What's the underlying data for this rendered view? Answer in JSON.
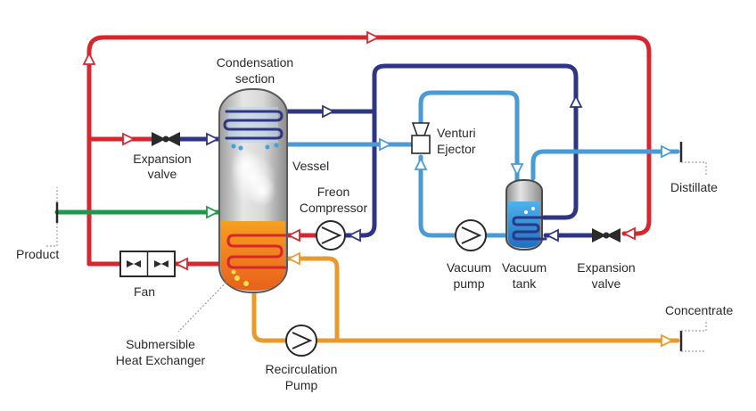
{
  "labels": {
    "condensation_l1": "Condensation",
    "condensation_l2": "section",
    "expansion_valve_left_l1": "Expansion",
    "expansion_valve_left_l2": "valve",
    "vessel": "Vessel",
    "freon_l1": "Freon",
    "freon_l2": "Compressor",
    "venturi_l1": "Venturi",
    "venturi_l2": "Ejector",
    "distillate": "Distillate",
    "product": "Product",
    "fan": "Fan",
    "vacuum_pump_l1": "Vacuum",
    "vacuum_pump_l2": "pump",
    "vacuum_tank_l1": "Vacuum",
    "vacuum_tank_l2": "tank",
    "expansion_valve_right_l1": "Expansion",
    "expansion_valve_right_l2": "valve",
    "concentrate": "Concentrate",
    "submersible_l1": "Submersible",
    "submersible_l2": "Heat Exchanger",
    "recirc_l1": "Recirculation",
    "recirc_l2": "Pump"
  },
  "colors": {
    "hot_refrigerant": "#d7262e",
    "cold_refrigerant": "#2e3585",
    "vapor_distillate": "#4a9ad6",
    "product": "#1d9a49",
    "concentrate": "#e89a2a",
    "vessel_body": "#c9c9c9",
    "liquid": "#f08a1c"
  }
}
